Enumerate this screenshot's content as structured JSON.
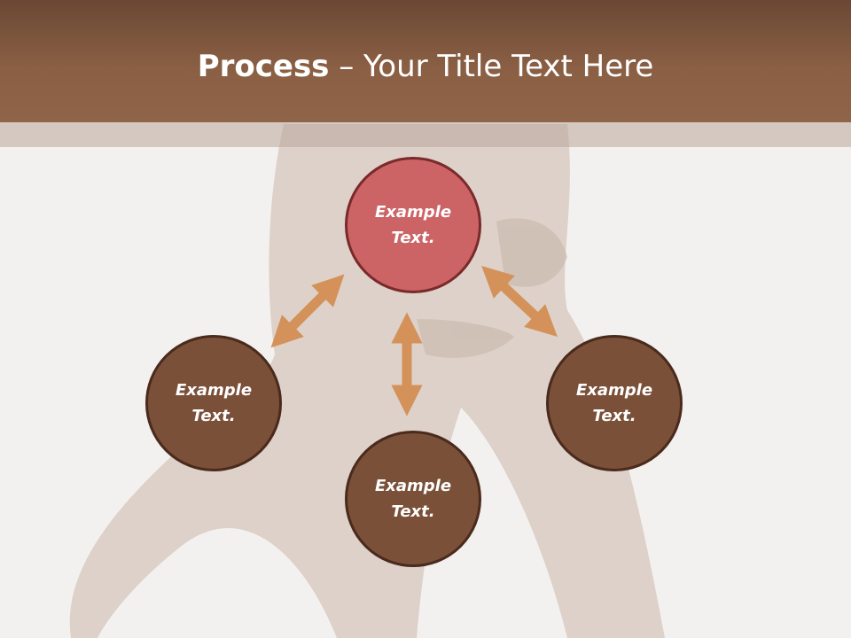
{
  "slide": {
    "title_bold": "Process",
    "title_rest": " – Your Title Text Here"
  },
  "diagram": {
    "nodes": [
      {
        "line1": "Example",
        "line2": "Text."
      },
      {
        "line1": "Example",
        "line2": "Text."
      },
      {
        "line1": "Example",
        "line2": "Text."
      },
      {
        "line1": "Example",
        "line2": "Text."
      }
    ]
  },
  "colors": {
    "header": "#8a5f44",
    "highlight_node": "#cc6466",
    "node": "#7a5039",
    "arrow": "#d4925a"
  }
}
